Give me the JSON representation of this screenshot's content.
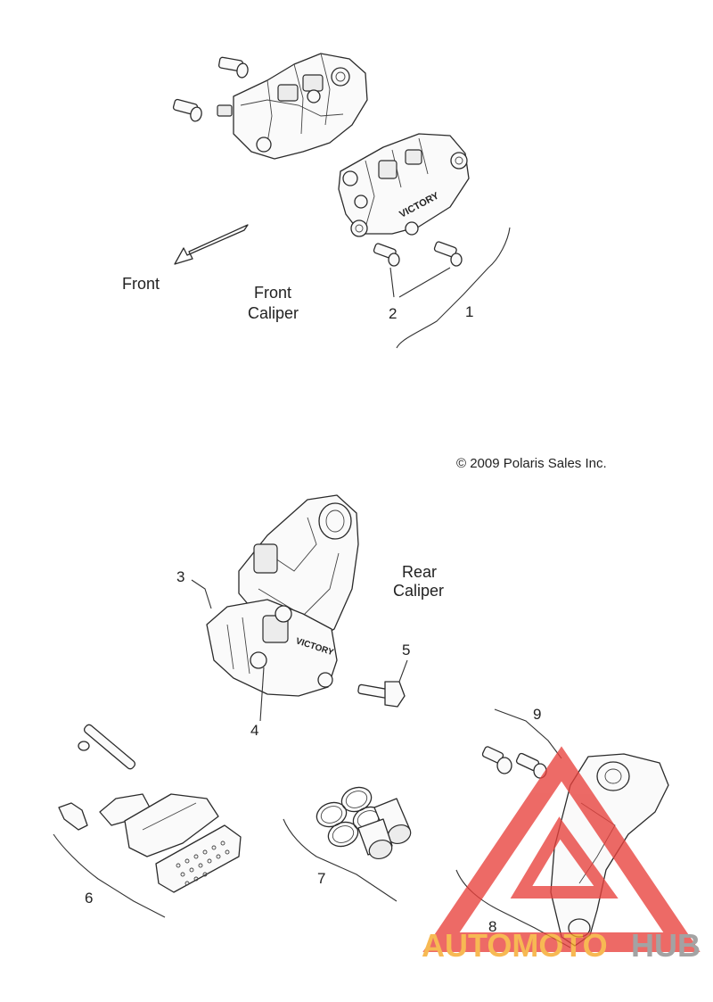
{
  "labels": {
    "front": "Front",
    "front_caliper_1": "Front",
    "front_caliper_2": "Caliper",
    "rear_caliper_1": "Rear",
    "rear_caliper_2": "Caliper",
    "copyright": "© 2009 Polaris Sales Inc."
  },
  "callouts": {
    "c1": "1",
    "c2": "2",
    "c3": "3",
    "c4": "4",
    "c5": "5",
    "c6": "6",
    "c7": "7",
    "c8": "8",
    "c9": "9"
  },
  "brand_text": {
    "victory_front": "VICTORY",
    "victory_rear": "VICTORY"
  },
  "watermark": {
    "part1": "AUTOMOTO",
    "part2": "HUB"
  },
  "colors": {
    "line": "#2b2b2b",
    "watermark_red": "#e8413c",
    "watermark_orange": "#f5a623",
    "watermark_gray": "#8a8a8a"
  }
}
